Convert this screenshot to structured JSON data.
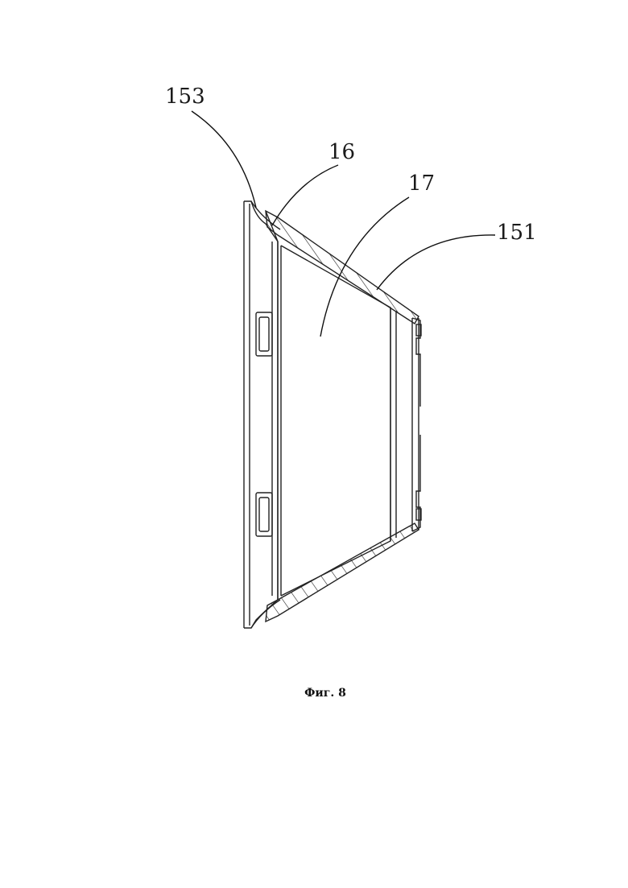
{
  "figure": {
    "caption": "Фиг. 8",
    "labels": [
      {
        "id": "label-153",
        "text": "153"
      },
      {
        "id": "label-16",
        "text": "16"
      },
      {
        "id": "label-17",
        "text": "17"
      },
      {
        "id": "label-151",
        "text": "151"
      }
    ]
  }
}
